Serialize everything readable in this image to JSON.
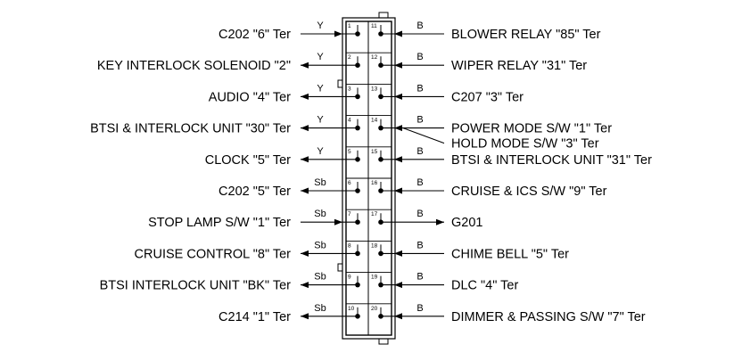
{
  "left_pins": [
    {
      "pin": "1",
      "color": "Y",
      "label": "C202 \"6\" Ter",
      "dir": "in"
    },
    {
      "pin": "2",
      "color": "Y",
      "label": "KEY INTERLOCK SOLENOID \"2\"",
      "dir": "out"
    },
    {
      "pin": "3",
      "color": "Y",
      "label": "AUDIO \"4\" Ter",
      "dir": "out"
    },
    {
      "pin": "4",
      "color": "Y",
      "label": "BTSI & INTERLOCK UNIT \"30\" Ter",
      "dir": "out"
    },
    {
      "pin": "5",
      "color": "Y",
      "label": "CLOCK \"5\" Ter",
      "dir": "out"
    },
    {
      "pin": "6",
      "color": "Sb",
      "label": "C202 \"5\" Ter",
      "dir": "out"
    },
    {
      "pin": "7",
      "color": "Sb",
      "label": "STOP LAMP S/W \"1\" Ter",
      "dir": "in"
    },
    {
      "pin": "8",
      "color": "Sb",
      "label": "CRUISE CONTROL \"8\" Ter",
      "dir": "out"
    },
    {
      "pin": "9",
      "color": "Sb",
      "label": "BTSI  INTERLOCK UNIT \"BK\" Ter",
      "dir": "out"
    },
    {
      "pin": "10",
      "color": "Sb",
      "label": "C214 \"1\" Ter",
      "dir": "out"
    }
  ],
  "right_pins": [
    {
      "pin": "11",
      "color": "B",
      "label": "BLOWER RELAY \"85\" Ter",
      "dir": "in"
    },
    {
      "pin": "12",
      "color": "B",
      "label": "WIPER RELAY \"31\" Ter",
      "dir": "in"
    },
    {
      "pin": "13",
      "color": "B",
      "label": "C207 \"3\" Ter",
      "dir": "in"
    },
    {
      "pin": "14",
      "color": "B",
      "label": "POWER MODE S/W \"1\" Ter",
      "dir": "in"
    },
    {
      "pin": "15",
      "color": "B",
      "label": "BTSI & INTERLOCK UNIT \"31\" Ter",
      "dir": "in"
    },
    {
      "pin": "16",
      "color": "B",
      "label": "CRUISE & ICS S/W \"9\" Ter",
      "dir": "in"
    },
    {
      "pin": "17",
      "color": "B",
      "label": "G201",
      "dir": "out"
    },
    {
      "pin": "18",
      "color": "B",
      "label": "CHIME BELL \"5\" Ter",
      "dir": "in"
    },
    {
      "pin": "19",
      "color": "B",
      "label": "DLC \"4\" Ter",
      "dir": "in"
    },
    {
      "pin": "20",
      "color": "B",
      "label": "DIMMER & PASSING S/W \"7\" Ter",
      "dir": "in"
    }
  ],
  "extra_label": {
    "label": "HOLD MODE S/W \"3\" Ter",
    "joins_pin": "14"
  }
}
